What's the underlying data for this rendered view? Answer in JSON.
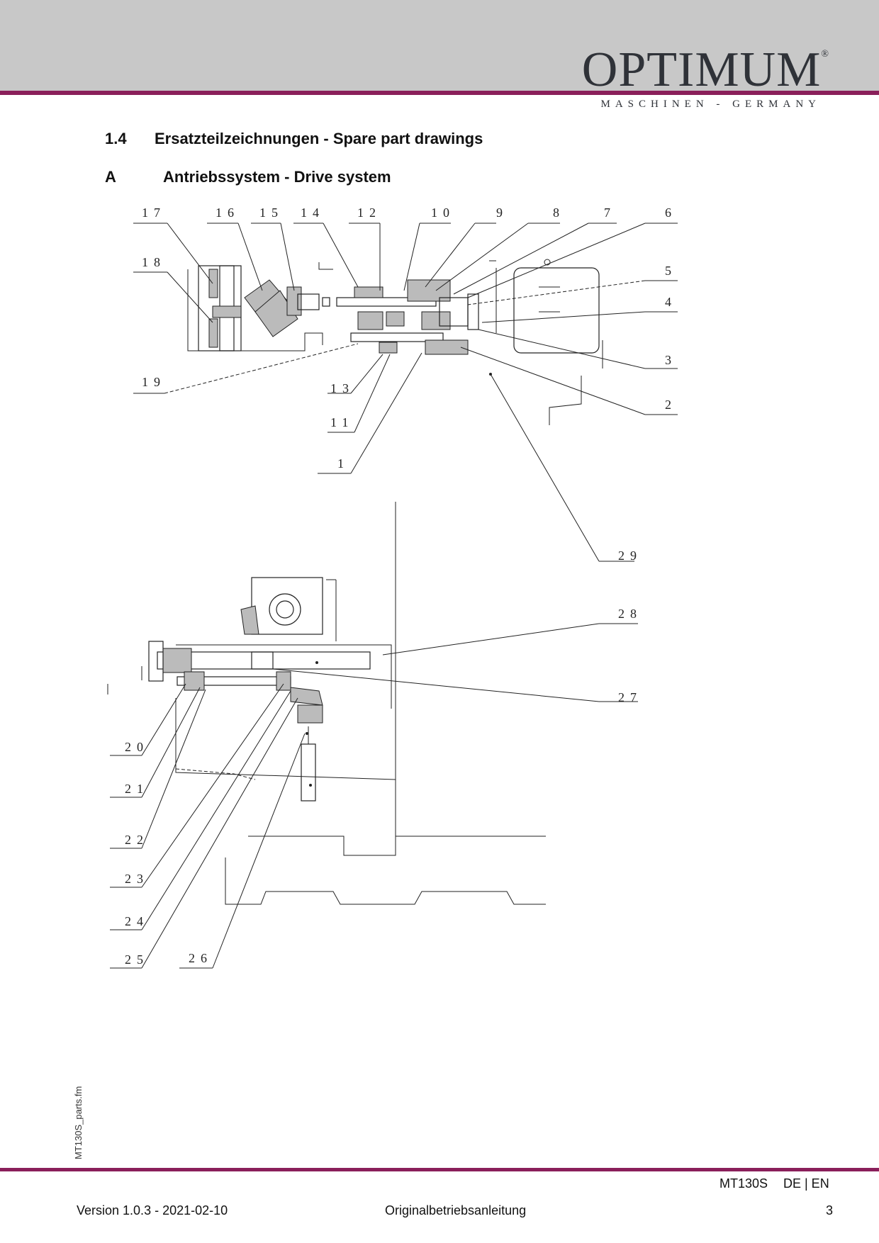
{
  "header": {
    "brand": "OPTIMUM",
    "brand_mark": "®",
    "brand_subtitle": "MASCHINEN - GERMANY"
  },
  "section": {
    "number": "1.4",
    "title": "Ersatzteilzeichnungen - Spare part drawings"
  },
  "subsection": {
    "letter": "A",
    "title": "Antriebssystem - Drive system"
  },
  "drawing_top": {
    "callouts": [
      "17",
      "16",
      "15",
      "14",
      "12",
      "10",
      "9",
      "8",
      "7",
      "6",
      "18",
      "5",
      "4",
      "3",
      "19",
      "13",
      "2",
      "11",
      "1"
    ]
  },
  "drawing_bottom": {
    "callouts": [
      "29",
      "28",
      "27",
      "20",
      "21",
      "22",
      "23",
      "24",
      "25",
      "26"
    ]
  },
  "sidebar": {
    "filename": "MT130S_parts.fm"
  },
  "footer": {
    "model": "MT130S",
    "languages": "DE | EN",
    "version": "Version 1.0.3 - 2021-02-10",
    "doc_type": "Originalbetriebsanleitung",
    "page_number": "3"
  },
  "colors": {
    "accent": "#8a1f5a",
    "header_band": "#c8c8c8"
  }
}
